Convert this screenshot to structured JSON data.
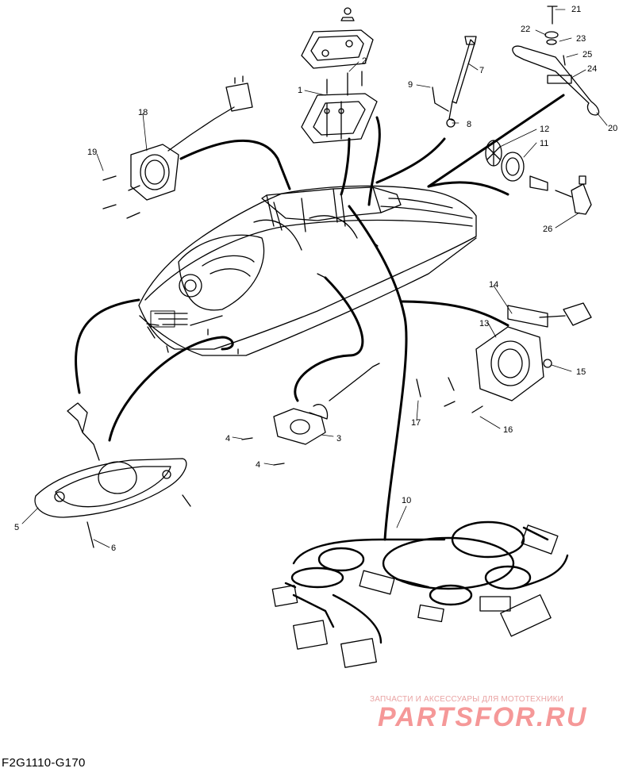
{
  "diagram": {
    "code": "F2G1110-G170",
    "parts": [
      {
        "num": "1"
      },
      {
        "num": "2"
      },
      {
        "num": "3"
      },
      {
        "num": "4"
      },
      {
        "num": "4"
      },
      {
        "num": "5"
      },
      {
        "num": "6"
      },
      {
        "num": "7"
      },
      {
        "num": "8"
      },
      {
        "num": "9"
      },
      {
        "num": "10"
      },
      {
        "num": "11"
      },
      {
        "num": "12"
      },
      {
        "num": "13"
      },
      {
        "num": "14"
      },
      {
        "num": "15"
      },
      {
        "num": "16"
      },
      {
        "num": "17"
      },
      {
        "num": "18"
      },
      {
        "num": "19"
      },
      {
        "num": "20"
      },
      {
        "num": "21"
      },
      {
        "num": "22"
      },
      {
        "num": "23"
      },
      {
        "num": "24"
      },
      {
        "num": "25"
      },
      {
        "num": "26"
      }
    ]
  },
  "watermark": {
    "tagline": "ЗАПЧАСТИ И АКСЕССУАРЫ ДЛЯ МОТОТЕХНИКИ",
    "logo": "PARTSFOR.RU"
  }
}
